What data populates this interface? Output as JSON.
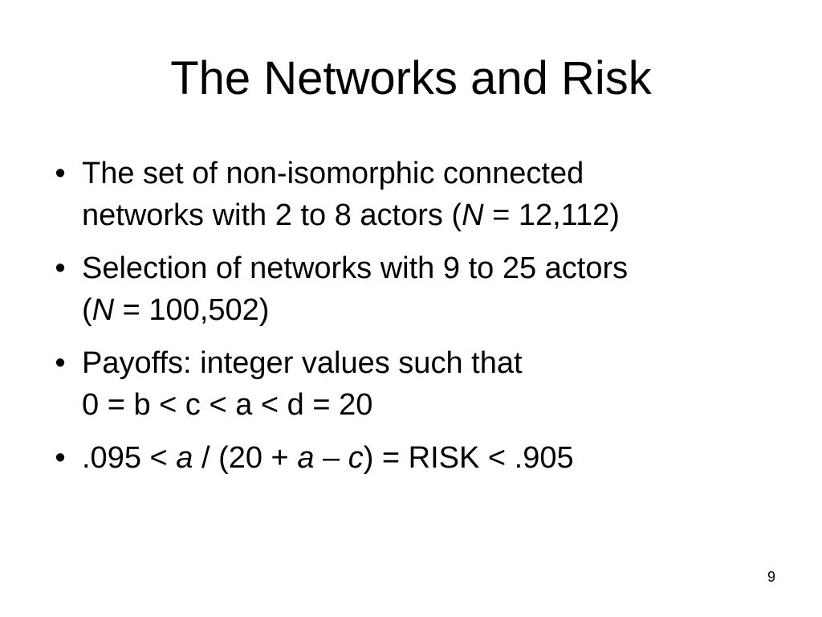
{
  "slide": {
    "title": "The Networks and Risk",
    "bullet_glyph": "•",
    "bullets": [
      {
        "line1": "The set of non-isomorphic connected",
        "line2_pre": "networks with 2 to 8 actors (",
        "line2_var": "N",
        "line2_post": " = 12,112)"
      },
      {
        "line1": "Selection of networks with 9 to 25 actors",
        "line2_pre": "(",
        "line2_var": "N",
        "line2_post": " = 100,502)"
      },
      {
        "line1": "Payoffs: integer values such that",
        "line2": "0 = b < c < a < d = 20"
      },
      {
        "seg1": ".095 < ",
        "var_a1": "a",
        "seg2": " / (20 + ",
        "var_a2": "a",
        "seg3": " – ",
        "var_c": "c",
        "seg4": ") = RISK < .905"
      }
    ],
    "page_number": "9"
  }
}
